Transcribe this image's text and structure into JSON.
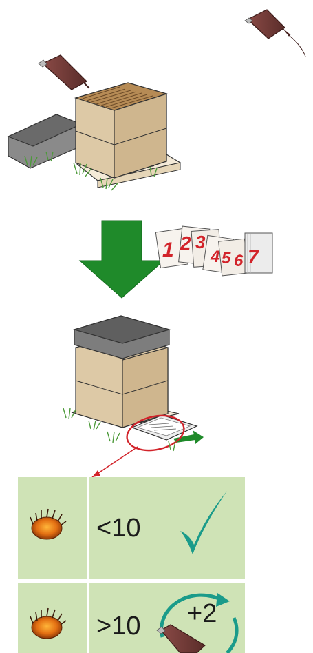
{
  "calendar": {
    "days": [
      "1",
      "2",
      "3",
      "4",
      "5",
      "6",
      "7"
    ]
  },
  "results_table": {
    "rows": [
      {
        "label": "<10",
        "outcome_icon": "checkmark-icon"
      },
      {
        "label": ">10",
        "retreat_label": "+2",
        "outcome_icon": "repeat-treatment-icon"
      }
    ]
  },
  "colors": {
    "table_bg": "#cfe3b6",
    "arrow_green": "#1f8a2a",
    "check_teal": "#1a9b8a",
    "callout_red": "#d2232a",
    "bottle_brown": "#6b3a36",
    "hive_wood": "#ddc9a6",
    "hive_roof": "#7d7d7d"
  }
}
